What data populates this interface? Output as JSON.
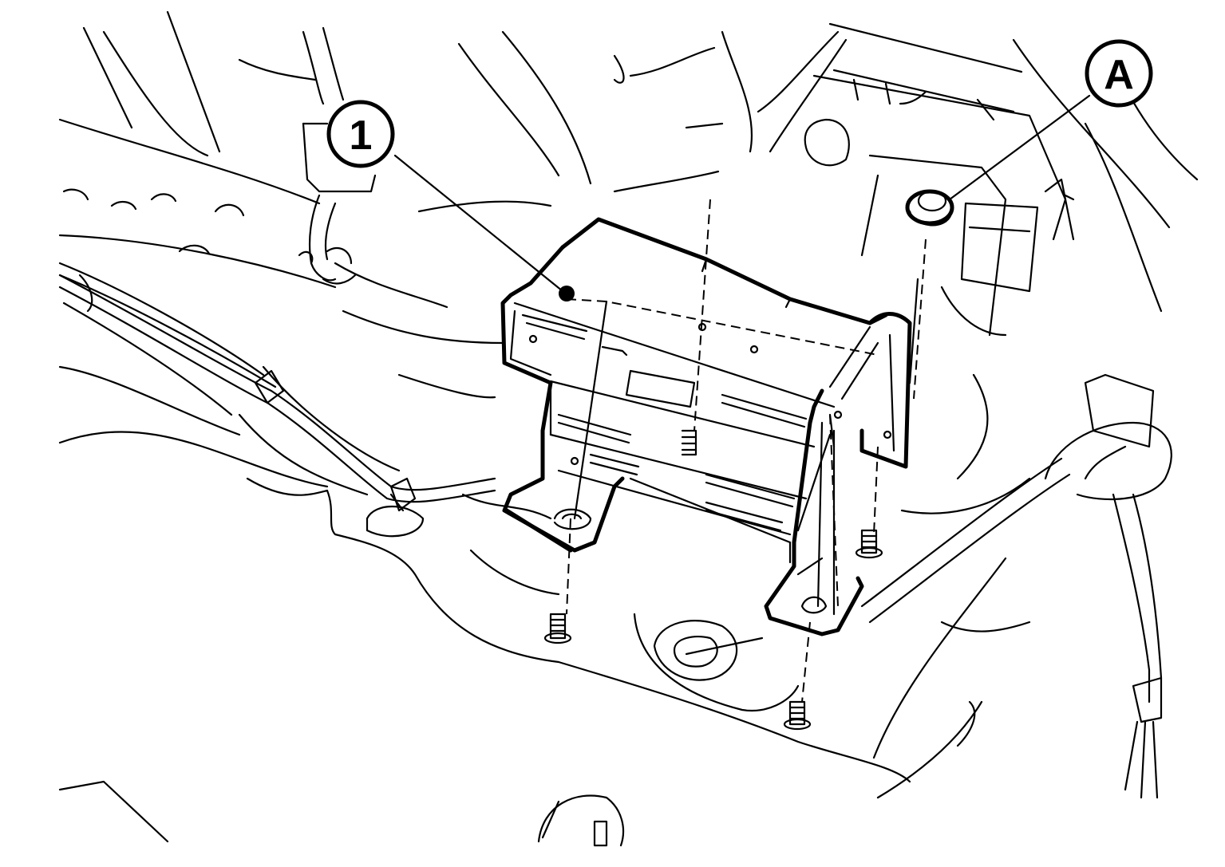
{
  "figure": {
    "callouts": [
      {
        "id": "part-1",
        "label": "1"
      },
      {
        "id": "bolt-a",
        "label": "A"
      }
    ]
  }
}
